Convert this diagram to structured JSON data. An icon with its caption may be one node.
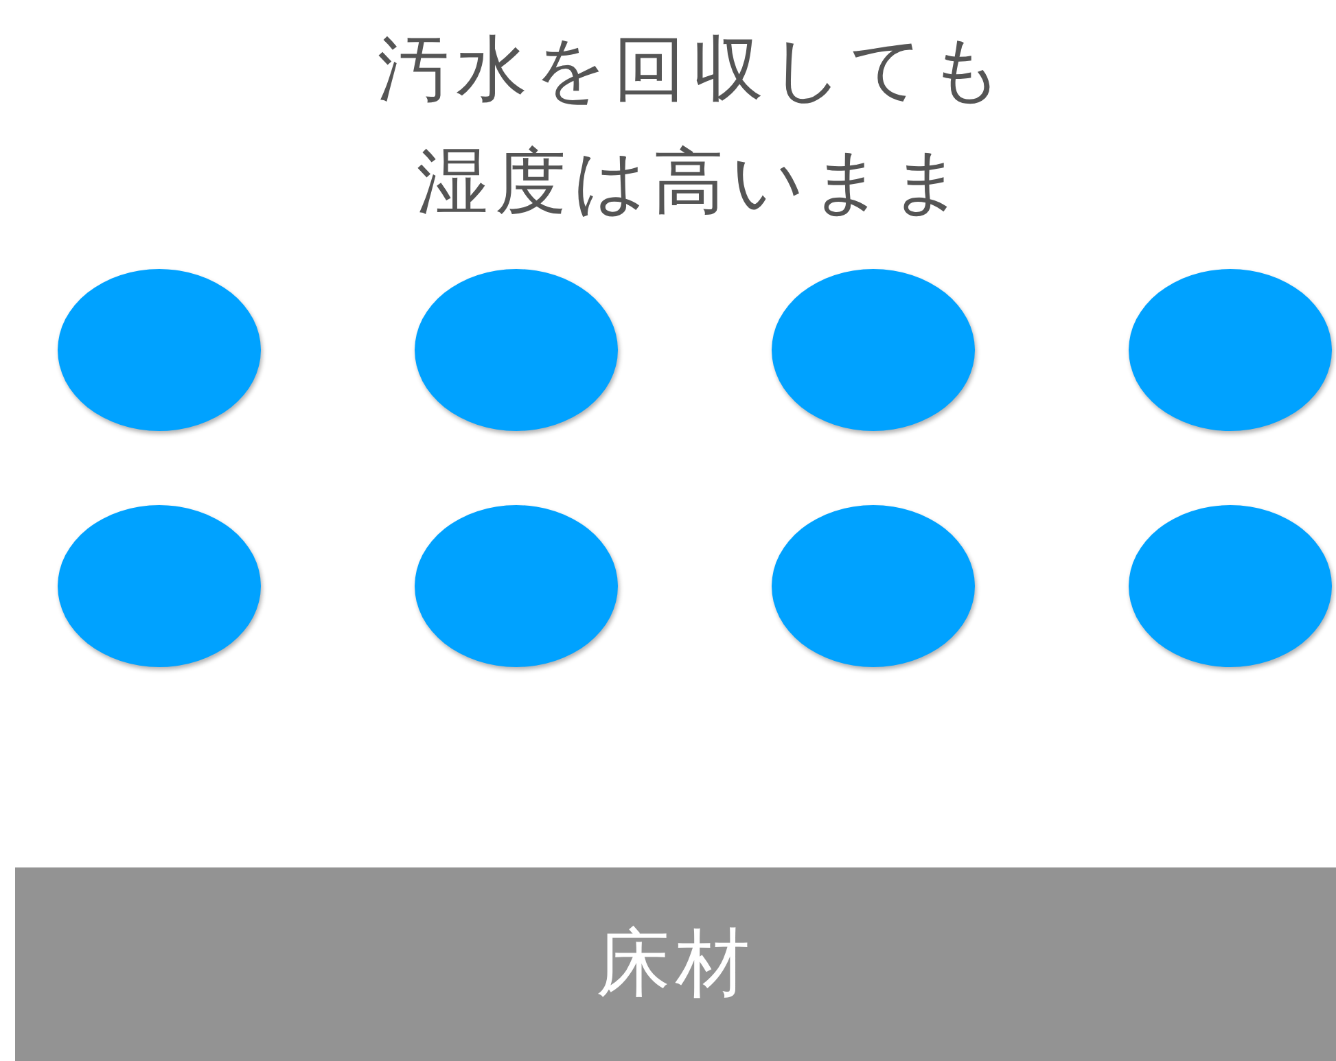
{
  "diagram": {
    "title": "汚水を回収しても湿度は高いまま",
    "nodes": [
      {
        "text": [],
        "shape": "circle"
      },
      {
        "text": [],
        "shape": "circle"
      },
      {
        "text": [],
        "shape": "circle"
      },
      {
        "text": [],
        "shape": "circle"
      },
      {
        "text": [],
        "shape": "circle"
      },
      {
        "text": [],
        "shape": "circle"
      },
      {
        "text": [],
        "shape": "circle"
      },
      {
        "text": [],
        "shape": "circle"
      },
      {
        "text": [
          "床材"
        ]
      }
    ]
  }
}
